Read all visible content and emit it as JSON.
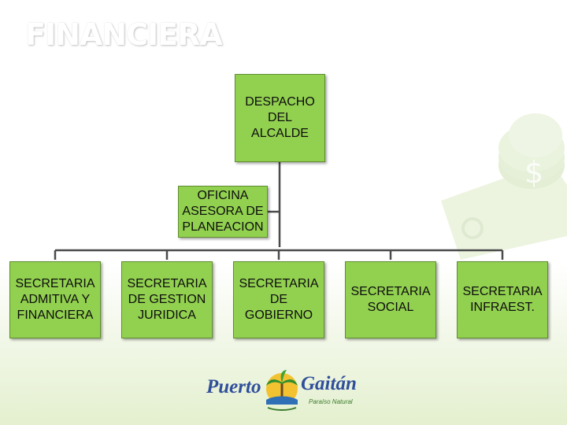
{
  "title": "FINANCIERA",
  "nodes": {
    "despacho": "DESPACHO DEL ALCALDE",
    "oficina": "OFICINA ASESORA DE PLANEACION",
    "sec_admitiva": "SECRETARIA ADMITIVA Y FINANCIERA",
    "sec_gestion": "SECRETARIA DE GESTION JURIDICA",
    "sec_gobierno": "SECRETARIA DE GOBIERNO",
    "sec_social": "SECRETARIA SOCIAL",
    "sec_infraest": "SECRETARIA INFRAEST."
  },
  "logo": {
    "left_word": "Puerto",
    "right_word": "Gaitán",
    "tagline": "Paraíso Natural"
  },
  "colors": {
    "box_fill": "#92d050",
    "connector": "#4a4a4a",
    "accent": "#5f8e2f"
  }
}
